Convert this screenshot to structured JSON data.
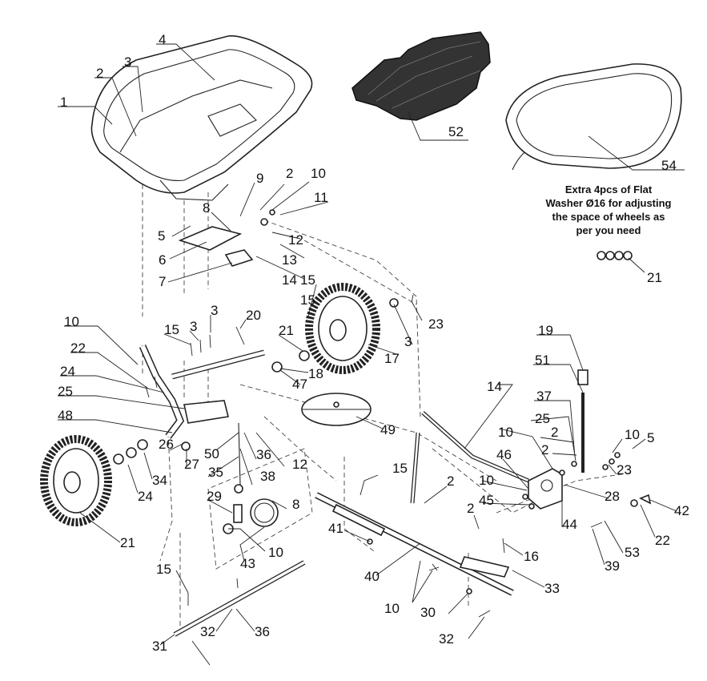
{
  "note": {
    "lines": [
      "Extra 4pcs of Flat",
      "Washer Ø16 for adjusting",
      "the space of wheels as",
      "per you need"
    ]
  },
  "callouts": [
    {
      "label": "1"
    },
    {
      "label": "2"
    },
    {
      "label": "3"
    },
    {
      "label": "4"
    },
    {
      "label": "52"
    },
    {
      "label": "54"
    },
    {
      "label": "9"
    },
    {
      "label": "2"
    },
    {
      "label": "10"
    },
    {
      "label": "11"
    },
    {
      "label": "8"
    },
    {
      "label": "5"
    },
    {
      "label": "12"
    },
    {
      "label": "6"
    },
    {
      "label": "13"
    },
    {
      "label": "7"
    },
    {
      "label": "14"
    },
    {
      "label": "15"
    },
    {
      "label": "21"
    },
    {
      "label": "10"
    },
    {
      "label": "15"
    },
    {
      "label": "3"
    },
    {
      "label": "15"
    },
    {
      "label": "3"
    },
    {
      "label": "20"
    },
    {
      "label": "23"
    },
    {
      "label": "21"
    },
    {
      "label": "3"
    },
    {
      "label": "22"
    },
    {
      "label": "17"
    },
    {
      "label": "24"
    },
    {
      "label": "18"
    },
    {
      "label": "25"
    },
    {
      "label": "47"
    },
    {
      "label": "19"
    },
    {
      "label": "48"
    },
    {
      "label": "51"
    },
    {
      "label": "14"
    },
    {
      "label": "37"
    },
    {
      "label": "49"
    },
    {
      "label": "25"
    },
    {
      "label": "26"
    },
    {
      "label": "50"
    },
    {
      "label": "10"
    },
    {
      "label": "2"
    },
    {
      "label": "10"
    },
    {
      "label": "2"
    },
    {
      "label": "5"
    },
    {
      "label": "27"
    },
    {
      "label": "35"
    },
    {
      "label": "36"
    },
    {
      "label": "12"
    },
    {
      "label": "46"
    },
    {
      "label": "23"
    },
    {
      "label": "24"
    },
    {
      "label": "34"
    },
    {
      "label": "38"
    },
    {
      "label": "15"
    },
    {
      "label": "2"
    },
    {
      "label": "10"
    },
    {
      "label": "28"
    },
    {
      "label": "29"
    },
    {
      "label": "8"
    },
    {
      "label": "45"
    },
    {
      "label": "42"
    },
    {
      "label": "2"
    },
    {
      "label": "44"
    },
    {
      "label": "22"
    },
    {
      "label": "21"
    },
    {
      "label": "10"
    },
    {
      "label": "41"
    },
    {
      "label": "16"
    },
    {
      "label": "53"
    },
    {
      "label": "43"
    },
    {
      "label": "39"
    },
    {
      "label": "40"
    },
    {
      "label": "33"
    },
    {
      "label": "15"
    },
    {
      "label": "10"
    },
    {
      "label": "30"
    },
    {
      "label": "31"
    },
    {
      "label": "32"
    },
    {
      "label": "36"
    },
    {
      "label": "32"
    }
  ]
}
